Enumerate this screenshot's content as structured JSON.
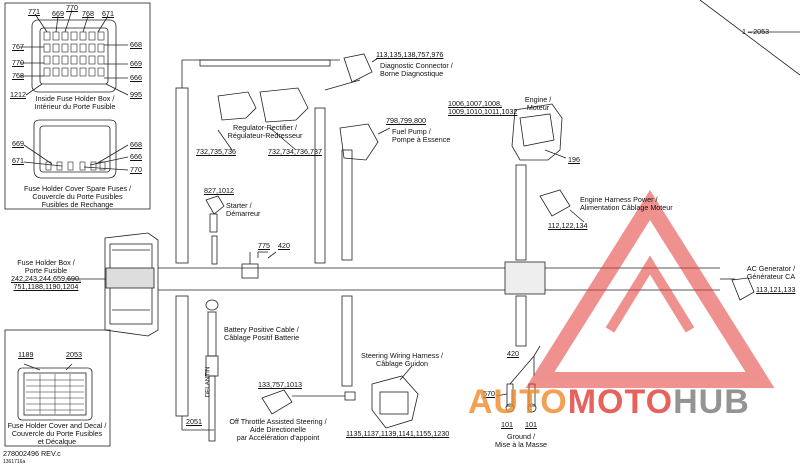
{
  "corner_ref": "1→2053",
  "inset_box": {
    "title_line1": "Inside Fuse Holder Box /",
    "title_line2": "Intérieur du Porte Fusible",
    "top_callouts": [
      "771",
      "669",
      "770",
      "768",
      "671"
    ],
    "left_callouts": [
      "767",
      "770",
      "768"
    ],
    "right_callouts": [
      "668",
      "669",
      "666"
    ],
    "bottom_left_callout": "1212",
    "bottom_right_callout": "995"
  },
  "spare_box": {
    "title_line1": "Fuse Holder Cover Spare Fuses /",
    "title_line2": "Couvercle du Porte Fusibles",
    "title_line3": "Fusibles de Rechange",
    "left_callouts": [
      "669",
      "671"
    ],
    "right_callouts": [
      "668",
      "666",
      "770"
    ]
  },
  "cover_box": {
    "top_callouts": [
      "1189",
      "2053"
    ],
    "title_line1": "Fuse Holder Cover and Decal /",
    "title_line2": "Couvercle du Porte Fusibles",
    "title_line3": "et Décalque"
  },
  "fuse_holder_box": {
    "line1": "Fuse Holder Box /",
    "line2": "Porte Fusible",
    "parts1": "242,243,244,659,690,",
    "parts2": "751,1188,1190,1204"
  },
  "diagnostic": {
    "parts": "113,135,138,757,976",
    "line1": "Diagnostic Connector /",
    "line2": "Borne Diagnostique"
  },
  "regulator": {
    "line1": "Regulator-Rectifier /",
    "line2": "Régulateur-Redresseur",
    "parts_left": "732,735,736",
    "parts_right": "732,734,736,737"
  },
  "fuel_pump": {
    "parts": "798,799,800",
    "line1": "Fuel Pump /",
    "line2": "Pompe à Essence"
  },
  "engine": {
    "parts1": "1006,1007,1008,",
    "parts2": "1009,1010,1011,1032",
    "line1": "Engine /",
    "line2": "Moteur",
    "part_below": "196"
  },
  "engine_harness": {
    "line1": "Engine Harness Power /",
    "line2": "Alimentation Câblage Moteur",
    "parts": "112,122,134"
  },
  "starter": {
    "parts": "827,1012",
    "line1": "Starter /",
    "line2": "Démarreur"
  },
  "junction": {
    "left": "775",
    "right": "420"
  },
  "ac_generator": {
    "line1": "AC Generator /",
    "line2": "Générateur CA",
    "parts": "113,121,133"
  },
  "battery": {
    "line1": "Battery Positive Cable /",
    "line2": "Câblage Positif Batterie",
    "tag": "DELANTIN"
  },
  "steering_harness": {
    "line1": "Steering Wiring Harness /",
    "line2": "Câblage Guidon",
    "parts": "1135,1137,1139,1141,1155,1230"
  },
  "throttle": {
    "parts": "133,757,1013",
    "line1": "Off Throttle Assisted Steering /",
    "line2": "Aide Directionelle",
    "line3": "par Accélération d'appoint"
  },
  "ground": {
    "callout_420": "420",
    "callout_570": "570",
    "parts_a": "101",
    "parts_b": "101",
    "line1": "Ground /",
    "line2": "Mise à la Masse"
  },
  "bottom_part": "2051",
  "revision": "278002496 REV.c",
  "drawing_code": "1361716a",
  "watermark": {
    "part1": "AUTO",
    "part2": "MOTO",
    "part3": "HUB"
  },
  "colors": {
    "watermark_red": "#e23a35",
    "watermark_orange": "#f08a2a",
    "watermark_grey": "#7a7a7a"
  }
}
